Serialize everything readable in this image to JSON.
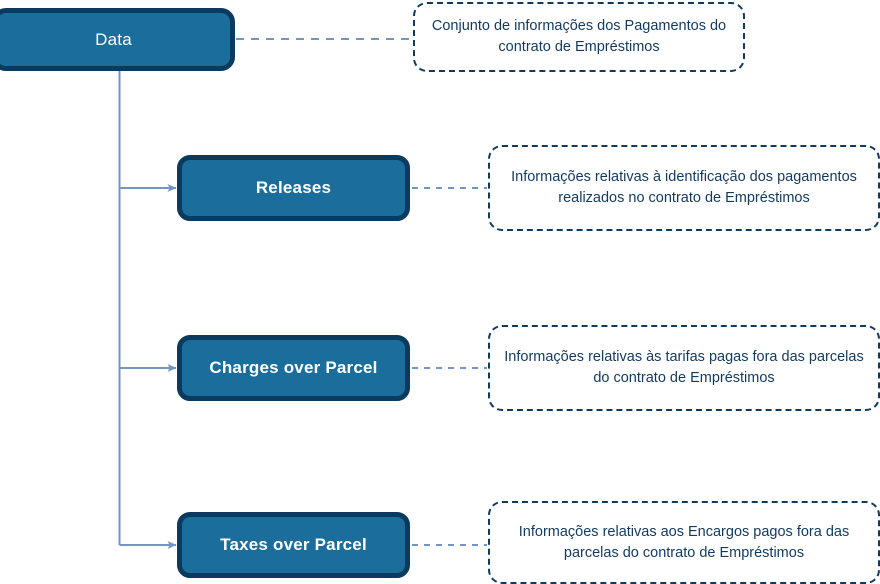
{
  "diagram": {
    "title": "Data",
    "colors": {
      "node_fill": "#1b6e9c",
      "node_border": "#0a3a5e",
      "node_text": "#ffffff",
      "note_border": "#123a5e",
      "note_text": "#123a5e",
      "connector": "#7494c4",
      "background": "#ffffff"
    },
    "root": {
      "label": "Data",
      "note": "Conjunto de informações dos Pagamentos do contrato de Empréstimos"
    },
    "children": [
      {
        "label": "Releases",
        "note": "Informações relativas à identificação dos pagamentos realizados no contrato de Empréstimos"
      },
      {
        "label": "Charges over Parcel",
        "note": "Informações relativas às tarifas pagas fora das parcelas do contrato de Empréstimos"
      },
      {
        "label": "Taxes over Parcel",
        "note": "Informações relativas aos Encargos pagos fora das parcelas do contrato de Empréstimos"
      }
    ]
  }
}
